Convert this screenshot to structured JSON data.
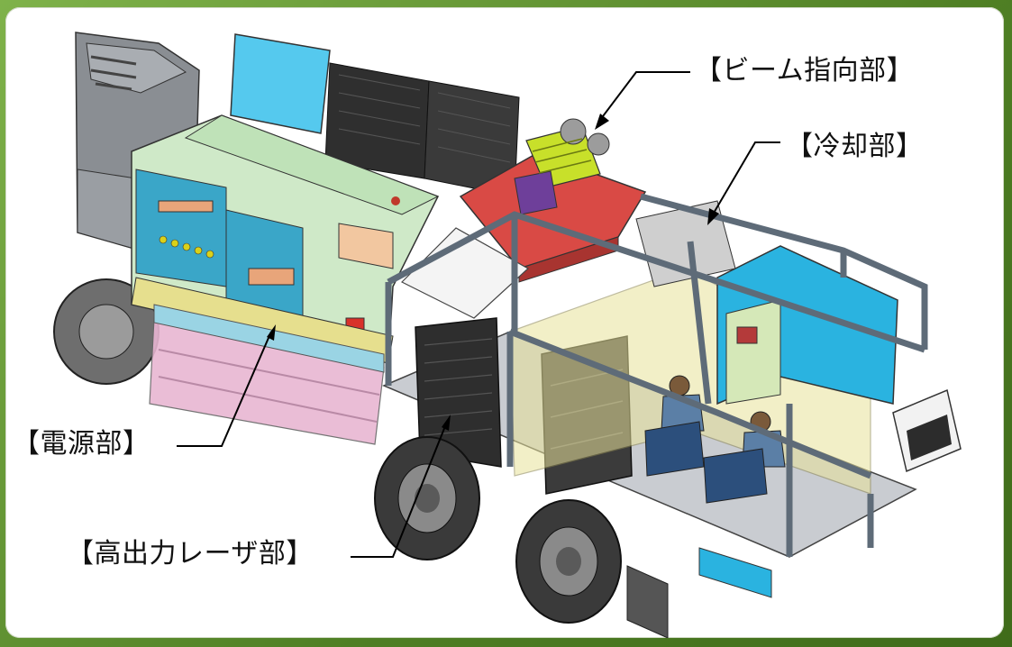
{
  "labels": {
    "beam": "【ビーム指向部】",
    "cooling": "【冷却部】",
    "power": "【電源部】",
    "laser": "【高出力レーザ部】"
  },
  "colors": {
    "frame_green": "#5f9432",
    "power_unit": "#cfe9c8",
    "power_panel": "#3aa6c8",
    "beam_platform": "#d94a45",
    "beam_turret": "#c8e02a",
    "cooling_box": "#2ab3e0",
    "cabin_glass": "#e9e29a",
    "fuel_tank": "#e8b6d2",
    "frame_grey": "#5e6b78",
    "tire": "#3a3a3a"
  },
  "icons": [
    "truck-illustration"
  ]
}
